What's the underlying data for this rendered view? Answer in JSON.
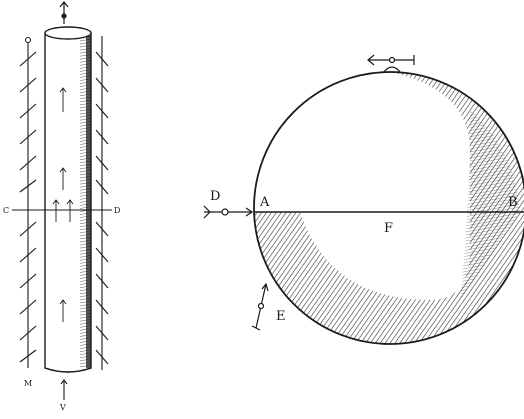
{
  "figure_left": {
    "labels": {
      "c": "C",
      "d": "D",
      "m": "M",
      "v": "V"
    }
  },
  "figure_right": {
    "labels": {
      "a": "A",
      "b": "B",
      "d": "D",
      "e": "E",
      "f": "F"
    }
  },
  "colors": {
    "ink": "#1a1a1a",
    "paper": "#ffffff"
  }
}
